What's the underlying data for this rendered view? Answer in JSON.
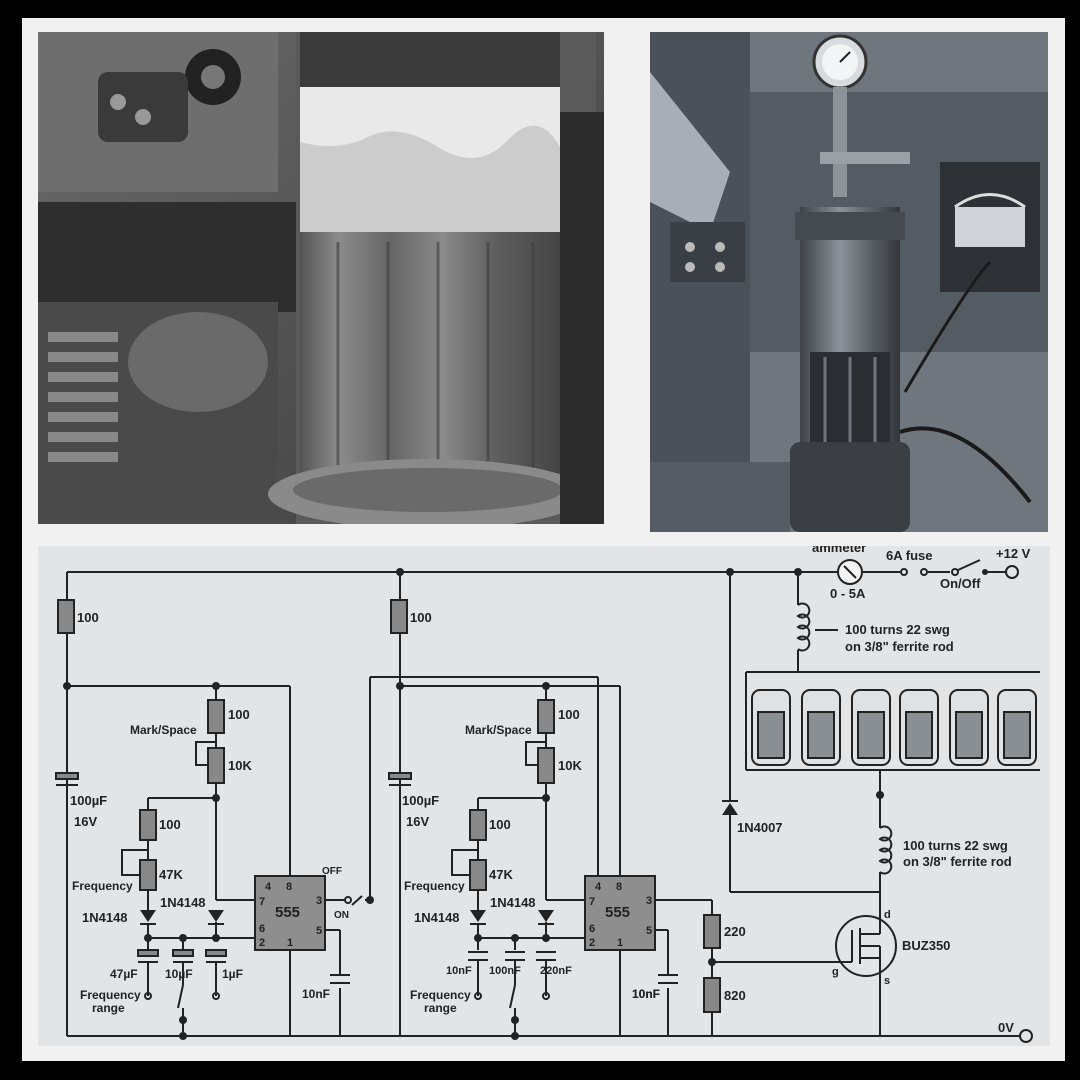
{
  "photos": {
    "left": {
      "icon": "cell-photo-icon"
    },
    "right": {
      "icon": "apparatus-photo-icon"
    }
  },
  "schematic": {
    "labels": {
      "ammeter": "ammeter",
      "ammeter_range": "0 - 5A",
      "fuse": "6A fuse",
      "switch": "On/Off",
      "supply": "+12 V",
      "ground": "0V",
      "coil_top_1": "100 turns 22 swg",
      "coil_top_2": "on 3/8\" ferrite rod",
      "coil_bottom_1": "100 turns 22 swg",
      "coil_bottom_2": "on 3/8\" ferrite rod",
      "diode_main": "1N4007",
      "mosfet": "BUZ350",
      "mosfet_d": "d",
      "mosfet_g": "g",
      "mosfet_s": "s",
      "off": "OFF",
      "on": "ON",
      "r220": "220",
      "r820": "820",
      "c_out": "10nF"
    },
    "left_timer": {
      "r_top": "100",
      "r_mark": "100",
      "mark_space": "Mark/Space",
      "pot_mark": "10K",
      "cap_main": "100µF",
      "cap_main_v": "16V",
      "r_freq": "100",
      "pot_freq": "47K",
      "frequency": "Frequency",
      "diode_a": "1N4148",
      "diode_b": "1N4148",
      "ic": "555",
      "pin4": "4",
      "pin8": "8",
      "pin7": "7",
      "pin6": "6",
      "pin2": "2",
      "pin1": "1",
      "pin3": "3",
      "pin5": "5",
      "c1": "47µF",
      "c2": "10µF",
      "c3": "1µF",
      "c_ctrl": "10nF",
      "range_1": "Frequency",
      "range_2": "range"
    },
    "right_timer": {
      "r_top": "100",
      "r_mark": "100",
      "mark_space": "Mark/Space",
      "pot_mark": "10K",
      "cap_main": "100µF",
      "cap_main_v": "16V",
      "r_freq": "100",
      "pot_freq": "47K",
      "frequency": "Frequency",
      "diode_a": "1N4148",
      "diode_b": "1N4148",
      "ic": "555",
      "pin4": "4",
      "pin8": "8",
      "pin7": "7",
      "pin6": "6",
      "pin2": "2",
      "pin1": "1",
      "pin3": "3",
      "pin5": "5",
      "c1": "10nF",
      "c2": "100nF",
      "c3": "220nF",
      "c_ctrl": "10nF",
      "range_1": "Frequency",
      "range_2": "range"
    }
  }
}
